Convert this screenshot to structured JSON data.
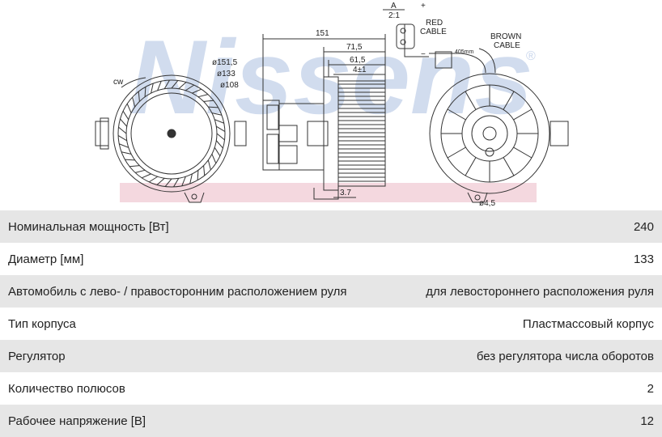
{
  "drawing": {
    "brand": "Nissens",
    "dimensions": {
      "d1": "ø151,5",
      "d2": "ø133",
      "d3": "ø108",
      "w151": "151",
      "w715": "71,5",
      "w615": "61,5",
      "w4": "4±1",
      "w37": "3.7",
      "d45": "ø4,5",
      "scale_top": "A",
      "scale_bottom": "2:1",
      "arrow": "cw",
      "plus": "+",
      "minus": "−",
      "length": "405mm"
    },
    "red_cable": [
      "RED",
      "CABLE"
    ],
    "brown_cable": [
      "BROWN",
      "CABLE"
    ]
  },
  "specs": [
    {
      "label": "Номинальная мощность [Вт]",
      "value": "240"
    },
    {
      "label": "Диаметр [мм]",
      "value": "133"
    },
    {
      "label": "Автомобиль с лево- / правосторонним расположением руля",
      "value": "для левостороннего расположения руля"
    },
    {
      "label": "Тип корпуса",
      "value": "Пластмассовый корпус"
    },
    {
      "label": "Регулятор",
      "value": "без регулятора числа оборотов"
    },
    {
      "label": "Количество полюсов",
      "value": "2"
    },
    {
      "label": "Рабочее напряжение [В]",
      "value": "12"
    }
  ],
  "colors": {
    "watermark": "#c9d6ec",
    "pink_band": "#f4d8df",
    "row_shade": "#e6e6e6",
    "line": "#333333"
  }
}
